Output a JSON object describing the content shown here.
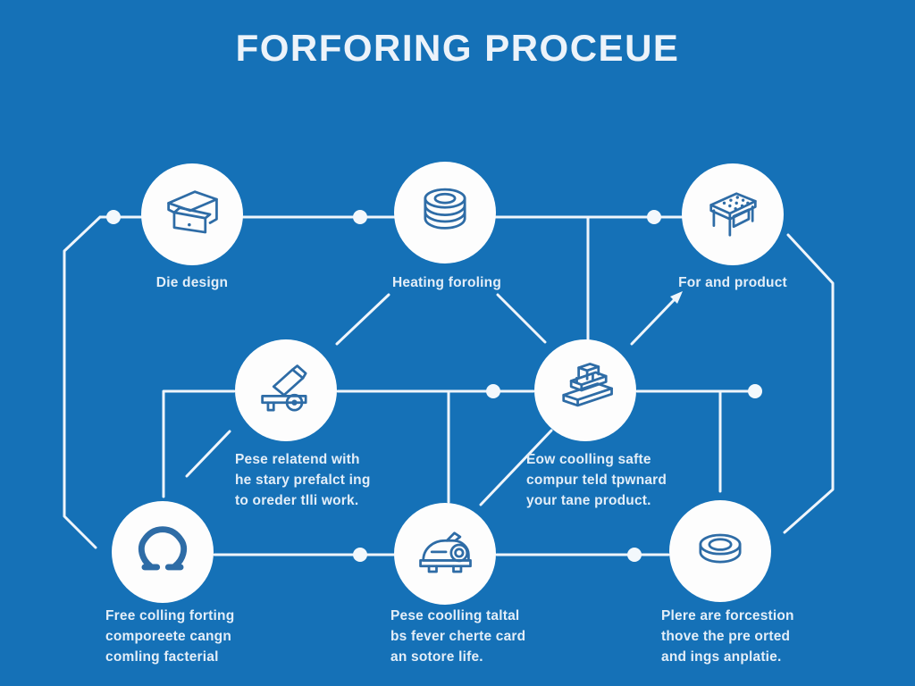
{
  "title": "FORFORING PROCEUE",
  "colors": {
    "background": "#1571b7",
    "node_fill": "#fdfdfd",
    "icon_stroke": "#2e6ca6",
    "line": "#eff5fb",
    "label_text": "#e3eef8"
  },
  "nodes": [
    {
      "id": "die-design",
      "icon": "die-box-icon",
      "lines": [
        "Die design"
      ]
    },
    {
      "id": "heating-forging",
      "icon": "ring-stack-icon",
      "lines": [
        "Heating foroling"
      ]
    },
    {
      "id": "form-and-product",
      "icon": "die-table-icon",
      "lines": [
        "For and product"
      ]
    },
    {
      "id": "press-forging",
      "icon": "press-machine-icon",
      "lines": [
        "Pese relatend with",
        "he stary prefalct ing",
        "to oreder tlli work."
      ]
    },
    {
      "id": "slow-cooling",
      "icon": "stamp-press-icon",
      "lines": [
        "Eow coolling safte",
        "compur teld tpwnard",
        "your tane product."
      ]
    },
    {
      "id": "free-cooling",
      "icon": "horseshoe-icon",
      "lines": [
        "Free colling forting",
        "comporeete cangn",
        "comling facterial"
      ]
    },
    {
      "id": "press-cooling",
      "icon": "grinder-icon",
      "lines": [
        "Pese coolling taltal",
        "bs fever cherte card",
        "an sotore life."
      ]
    },
    {
      "id": "final-forging",
      "icon": "forged-ring-icon",
      "lines": [
        "Plere are forcestion",
        "thove the pre orted",
        "and ings anplatie."
      ]
    }
  ]
}
